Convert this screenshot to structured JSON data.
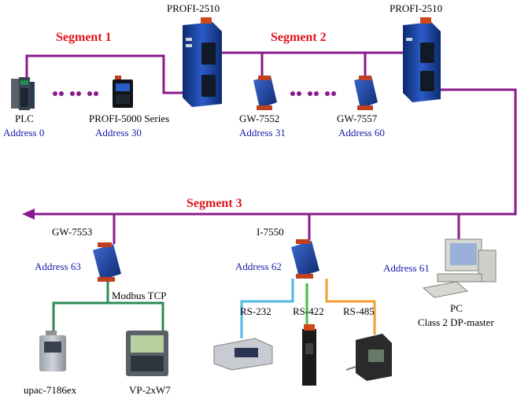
{
  "segments": {
    "s1": "Segment 1",
    "s2": "Segment 2",
    "s3": "Segment 3"
  },
  "devices": {
    "profi2510_a": "PROFI-2510",
    "profi2510_b": "PROFI-2510",
    "plc": "PLC",
    "plc_addr": "Address 0",
    "profi5000": "PROFI-5000 Series",
    "profi5000_addr": "Address 30",
    "gw7552": "GW-7552",
    "gw7552_addr": "Address 31",
    "gw7557": "GW-7557",
    "gw7557_addr": "Address 60",
    "gw7553": "GW-7553",
    "gw7553_addr": "Address 63",
    "i7550": "I-7550",
    "i7550_addr": "Address 62",
    "pc_addr": "Address 61",
    "pc": "PC",
    "pc_role": "Class 2 DP-master",
    "modbus": "Modbus TCP",
    "upac": "upac-7186ex",
    "vp": "VP-2xW7",
    "rs232": "RS-232",
    "rs422": "RS-422",
    "rs485": "RS-485"
  },
  "colors": {
    "bus": "#8a1a8c",
    "modbus_line": "#2e8b57",
    "rs232_line": "#4fb8e0",
    "rs422_line": "#3cc23c",
    "rs485_line": "#f0a030",
    "segment_text": "#e0141c",
    "address_text": "#1a1aa8"
  },
  "icons": [
    "plc-icon",
    "profi-5000-icon",
    "profi-2510-icon",
    "gateway-icon",
    "pc-icon",
    "upac-icon",
    "vp-touch-panel-icon",
    "meter-icon",
    "rs422-device-icon",
    "rs485-device-icon"
  ]
}
